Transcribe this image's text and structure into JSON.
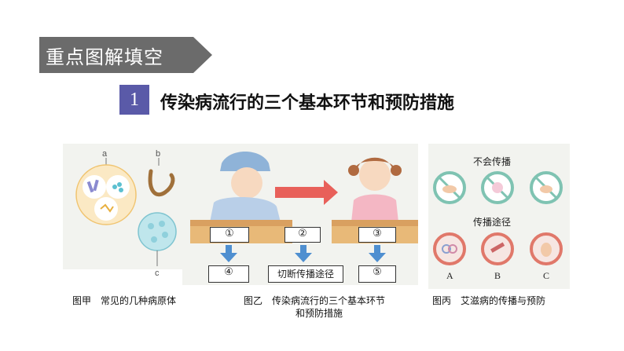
{
  "banner": {
    "title": "重点图解填空",
    "bg_color": "#6b6b6b"
  },
  "section": {
    "number": "1",
    "title": "传染病流行的三个基本环节和预防措施",
    "badge_color": "#5a5aa8"
  },
  "figure_a": {
    "labels": {
      "a": "a",
      "b": "b",
      "c": "c"
    },
    "caption": "图甲　常见的几种病原体"
  },
  "figure_b": {
    "boxes": {
      "box1": "①",
      "box2": "②",
      "box3": "③",
      "box4": "④",
      "box5": "⑤"
    },
    "cut_route": "切断传播途径",
    "caption_line1": "图乙　传染病流行的三个基本环节",
    "caption_line2": "和预防措施",
    "arrow_color": "#e8605a",
    "down_arrow_color": "#4f8fd0"
  },
  "figure_c": {
    "not_transmit": "不会传播",
    "transmit_route": "传播途径",
    "labels": {
      "A": "A",
      "B": "B",
      "C": "C"
    },
    "caption": "图丙　艾滋病的传播与预防",
    "green_ring": "#7fc3b2",
    "red_ring": "#e0786a"
  }
}
